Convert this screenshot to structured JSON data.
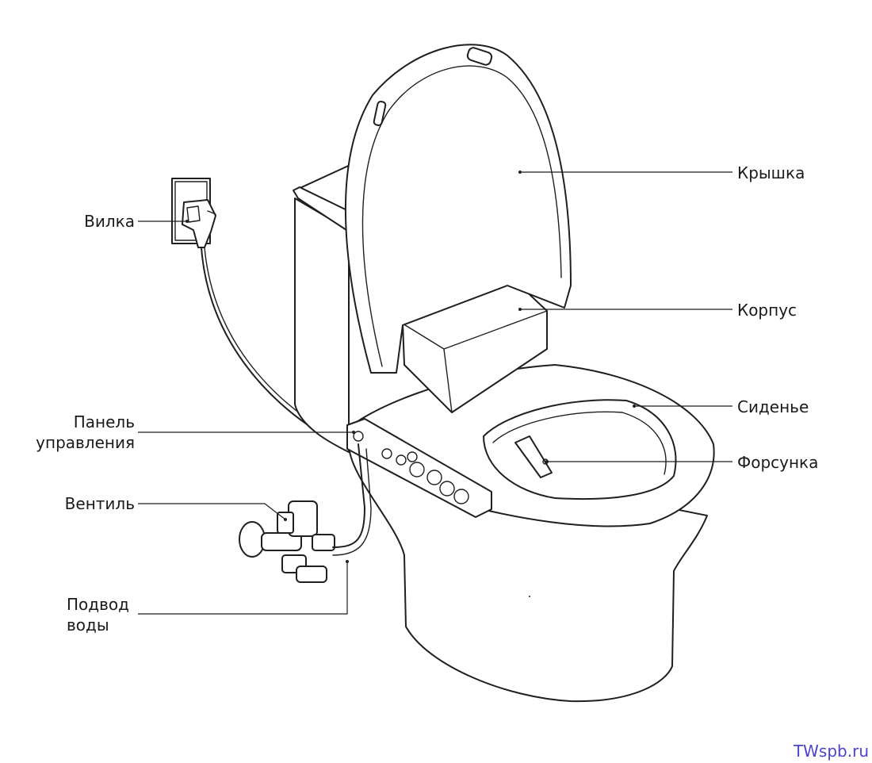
{
  "labels": {
    "kryshka": "Крышка",
    "korpus": "Корпус",
    "sidenye": "Сиденье",
    "forsunka": "Форсунка",
    "vilka": "Вилка",
    "panel_line1": "Панель",
    "panel_line2": "управления",
    "ventil": "Вентиль",
    "podvod_line1": "Подвод",
    "podvod_line2": "воды"
  },
  "watermark": "TWspb.ru",
  "colors": {
    "ink": "#1f1f1f",
    "watermark": "#4b45c9",
    "background": "#ffffff"
  }
}
